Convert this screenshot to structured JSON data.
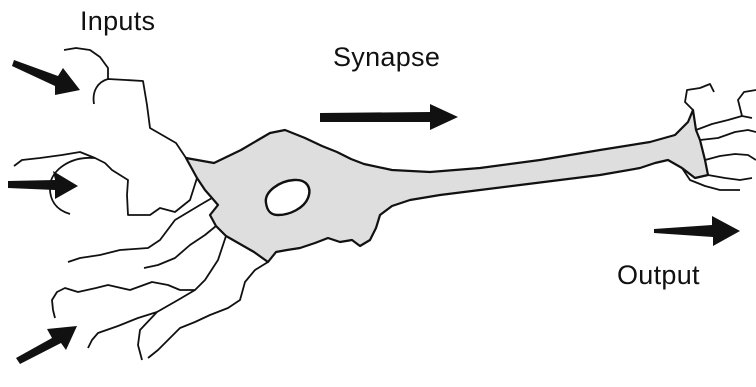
{
  "labels": {
    "inputs": "Inputs",
    "synapse": "Synapse",
    "output": "Output"
  },
  "colors": {
    "cell_fill": "#dedede",
    "stroke": "#111111",
    "background": "#ffffff"
  }
}
